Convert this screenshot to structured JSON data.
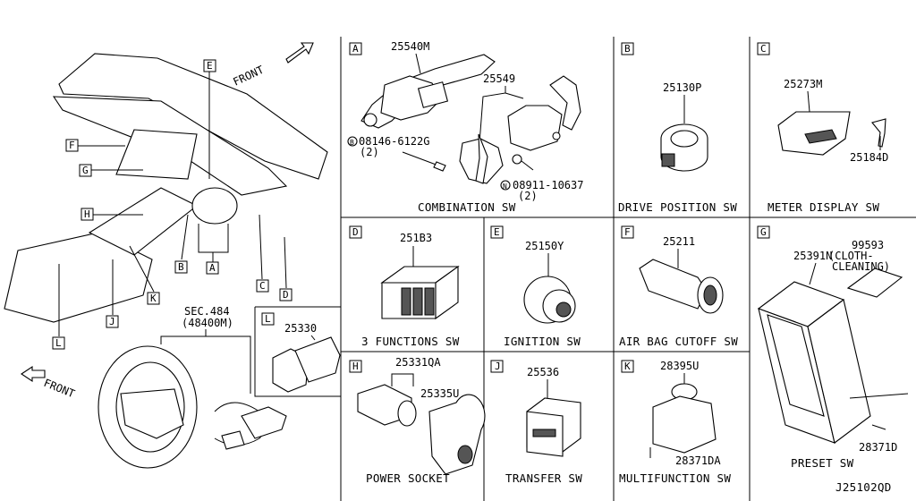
{
  "sections": {
    "A": {
      "letter": "A",
      "caption": "COMBINATION SW",
      "parts": [
        "25540M",
        "25549",
        "08146-6122G",
        "(2)",
        "08911-10637",
        "(2)"
      ],
      "circled": {
        "b": "B",
        "n": "N"
      }
    },
    "B": {
      "letter": "B",
      "caption": "DRIVE POSITION SW",
      "parts": [
        "25130P"
      ]
    },
    "C": {
      "letter": "C",
      "caption": "METER DISPLAY SW",
      "parts": [
        "25273M",
        "25184D"
      ]
    },
    "D": {
      "letter": "D",
      "caption": "3 FUNCTIONS SW",
      "parts": [
        "251B3"
      ]
    },
    "E": {
      "letter": "E",
      "caption": "IGNITION SW",
      "parts": [
        "25150Y"
      ]
    },
    "F": {
      "letter": "F",
      "caption": "AIR BAG CUTOFF SW",
      "parts": [
        "25211"
      ]
    },
    "G": {
      "letter": "G",
      "caption": "PRESET SW",
      "parts": [
        "99593",
        "(CLOTH-",
        "CLEANING)",
        "25391N",
        "28371D"
      ]
    },
    "H": {
      "letter": "H",
      "caption": "POWER SOCKET",
      "parts": [
        "25331QA",
        "25335U"
      ]
    },
    "J": {
      "letter": "J",
      "caption": "TRANSFER SW",
      "parts": [
        "25536"
      ]
    },
    "K": {
      "letter": "K",
      "caption": "MULTIFUNCTION SW",
      "parts": [
        "28395U",
        "28371DA"
      ]
    },
    "L": {
      "letter": "L",
      "parts": [
        "25330"
      ]
    }
  },
  "overview": {
    "front_top": "FRONT",
    "front_bottom": "FRONT",
    "sec_ref": "SEC.484",
    "sec_part": "(48400M)",
    "callouts": [
      "E",
      "F",
      "G",
      "H",
      "B",
      "A",
      "C",
      "D",
      "K",
      "J",
      "L"
    ]
  },
  "diagram_code": "J25102QD"
}
